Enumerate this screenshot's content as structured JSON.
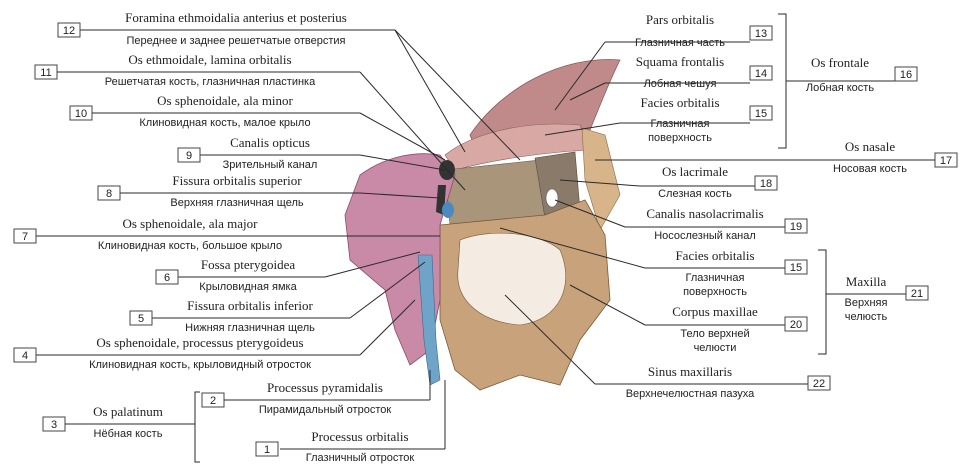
{
  "labels": [
    {
      "num": "12",
      "latin": "Foramina ethmoidalia anterius et posterius",
      "russian": "Переднее и заднее решетчатые отверстия"
    },
    {
      "num": "11",
      "latin": "Os ethmoidale, lamina orbitalis",
      "russian": "Решетчатая кость, глазничная пластинка"
    },
    {
      "num": "10",
      "latin": "Os sphenoidale, ala minor",
      "russian": "Клиновидная кость, малое крыло"
    },
    {
      "num": "9",
      "latin": "Canalis opticus",
      "russian": "Зрительный канал"
    },
    {
      "num": "8",
      "latin": "Fissura orbitalis superior",
      "russian": "Верхняя глазничная щель"
    },
    {
      "num": "7",
      "latin": "Os sphenoidale, ala major",
      "russian": "Клиновидная кость, большое крыло"
    },
    {
      "num": "6",
      "latin": "Fossa pterygoidea",
      "russian": "Крыловидная ямка"
    },
    {
      "num": "5",
      "latin": "Fissura orbitalis inferior",
      "russian": "Нижняя глазничная щель"
    },
    {
      "num": "4",
      "latin": "Os sphenoidale, processus pterygoideus",
      "russian": "Клиновидная кость, крыловидный отросток"
    },
    {
      "num": "3",
      "latin": "Os palatinum",
      "russian": "Нёбная кость"
    },
    {
      "num": "2",
      "latin": "Processus pyramidalis",
      "russian": "Пирамидальный отросток"
    },
    {
      "num": "1",
      "latin": "Processus orbitalis",
      "russian": "Глазничный отросток"
    },
    {
      "num": "13",
      "latin": "Pars orbitalis",
      "russian": "Глазничная часть"
    },
    {
      "num": "14",
      "latin": "Squama frontalis",
      "russian": "Лобная чешуя"
    },
    {
      "num": "15",
      "latin": "Facies orbitalis",
      "russian": "Глазничная",
      "russian2": "поверхность"
    },
    {
      "num": "16",
      "latin": "Os frontale",
      "russian": "Лобная кость"
    },
    {
      "num": "17",
      "latin": "Os nasale",
      "russian": "Носовая кость"
    },
    {
      "num": "18",
      "latin": "Os lacrimale",
      "russian": "Слезная кость"
    },
    {
      "num": "19",
      "latin": "Canalis nasolacrimalis",
      "russian": "Носослезный канал"
    },
    {
      "num": "15",
      "latin": "Facies orbitalis",
      "russian": "Глазничная",
      "russian2": "поверхность"
    },
    {
      "num": "20",
      "latin": "Corpus maxillae",
      "russian": "Тело верхней",
      "russian2": "челюсти"
    },
    {
      "num": "21",
      "latin": "Maxilla",
      "russian": "Верхняя",
      "russian2": "челюсть"
    },
    {
      "num": "22",
      "latin": "Sinus maxillaris",
      "russian": "Верхнечелюстная пазуха"
    }
  ],
  "colors": {
    "sphenoid": "#c98aa8",
    "frontal": "#c08a8a",
    "ethmoid": "#a8957a",
    "maxilla": "#c8a27a",
    "lacrimal": "#8a7a6a",
    "palatine": "#6fa3c8",
    "nasal": "#d8b48a"
  }
}
